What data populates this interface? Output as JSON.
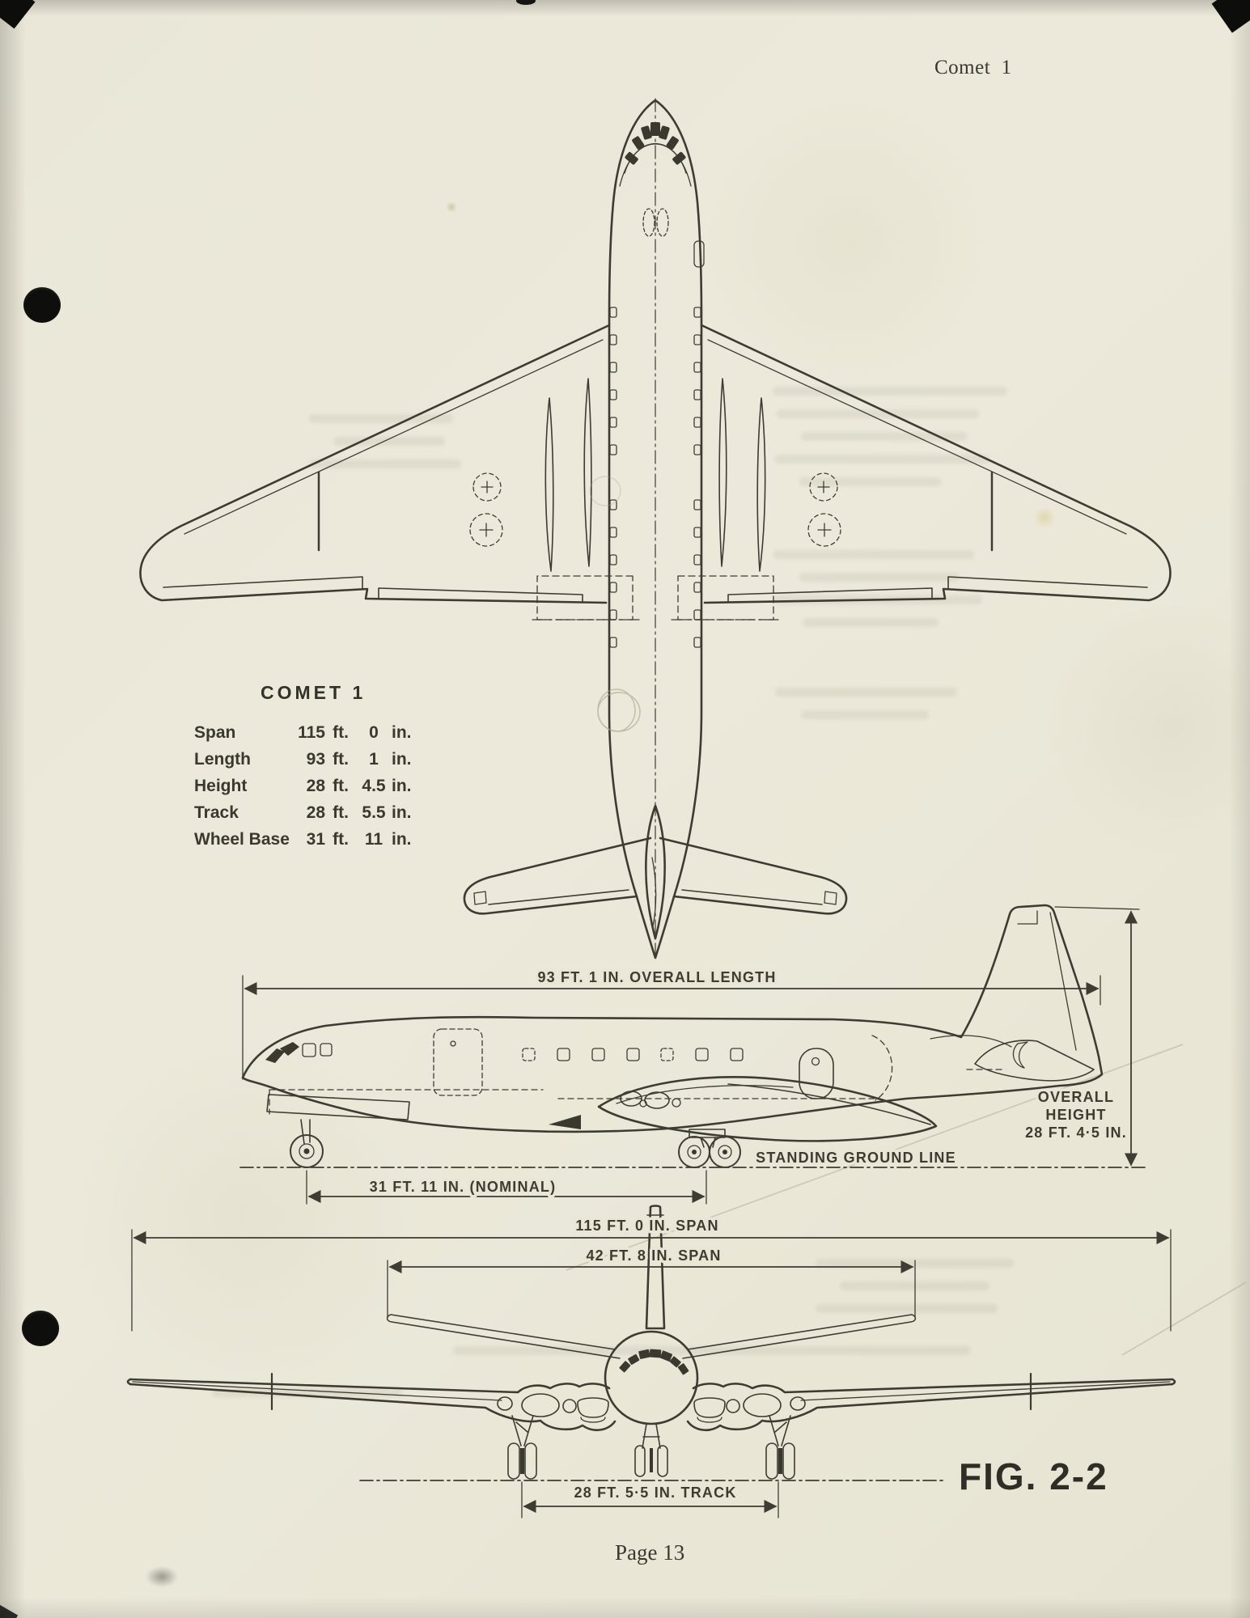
{
  "page": {
    "header": "Comet  1",
    "figure_label": "FIG. 2-2",
    "page_number": "Page 13"
  },
  "spec_table": {
    "title": "COMET 1",
    "units": {
      "ft": "ft.",
      "in": "in."
    },
    "rows": [
      {
        "label": "Span",
        "feet": "115",
        "inches": "0"
      },
      {
        "label": "Length",
        "feet": "93",
        "inches": "1"
      },
      {
        "label": "Height",
        "feet": "28",
        "inches": "4.5"
      },
      {
        "label": "Track",
        "feet": "28",
        "inches": "5.5"
      },
      {
        "label": "Wheel Base",
        "feet": "31",
        "inches": "11"
      }
    ]
  },
  "dimension_labels": {
    "overall_length": "93 FT. 1 IN. OVERALL LENGTH",
    "overall_height_line1": "OVERALL",
    "overall_height_line2": "HEIGHT",
    "overall_height_line3": "28 FT. 4·5 IN.",
    "standing_ground_line": "STANDING GROUND LINE",
    "wheel_base_nominal": "31 FT. 11 IN. (NOMINAL)",
    "span_overall": "115 FT. 0 IN. SPAN",
    "span_tailplane": "42 FT. 8 IN. SPAN",
    "track": "28 FT. 5·5 IN. TRACK"
  }
}
